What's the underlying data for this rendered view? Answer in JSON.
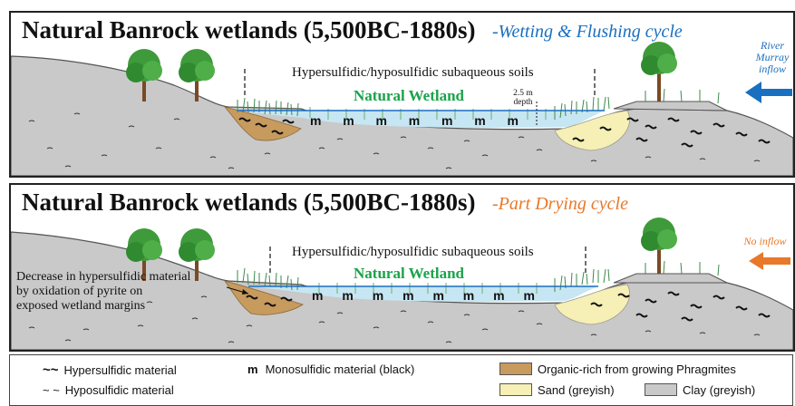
{
  "panel1": {
    "title": "Natural Banrock wetlands (5,500BC-1880s)",
    "subtitle": "-Wetting & Flushing cycle",
    "subtitle_color": "#1a6fc0",
    "soils_label": "Hypersulfidic/hyposulfidic subaqueous soils",
    "wetland_label": "Natural Wetland",
    "depth_label": "2.5 m depth",
    "inflow_label": "River Murray inflow",
    "inflow_color": "#1a6fc0",
    "mono_marks": [
      "m",
      "m",
      "m",
      "m",
      "m",
      "m",
      "m"
    ]
  },
  "panel2": {
    "title": "Natural Banrock wetlands (5,500BC-1880s)",
    "subtitle": "-Part Drying cycle",
    "subtitle_color": "#e8782a",
    "soils_label": "Hypersulfidic/hyposulfidic subaqueous soils",
    "wetland_label": "Natural Wetland",
    "inflow_label": "No inflow",
    "inflow_color": "#e8782a",
    "note_lines": [
      "Decrease in hypersulfidic material",
      "by oxidation of pyrite on",
      "exposed wetland margins"
    ],
    "mono_marks": [
      "m",
      "m",
      "m",
      "m",
      "m",
      "m",
      "m",
      "m"
    ]
  },
  "legend": {
    "hyper_symbol": "~~",
    "hyper": "Hypersulfidic material",
    "hypo_symbol": "~ ~",
    "hypo": "Hyposulfidic material",
    "mono_symbol": "m",
    "mono": "Monosulfidic material (black)",
    "organic": "Organic-rich from growing Phragmites",
    "sand": "Sand (greyish)",
    "clay": "Clay (greyish)"
  },
  "colors": {
    "clay": "#c9c9c9",
    "sand": "#f6efb6",
    "organic": "#c79a5e",
    "water": "#c6e6f3",
    "reeds": "#3d8a4a",
    "tree": "#3e9a3a",
    "trunk": "#7a4a24"
  }
}
